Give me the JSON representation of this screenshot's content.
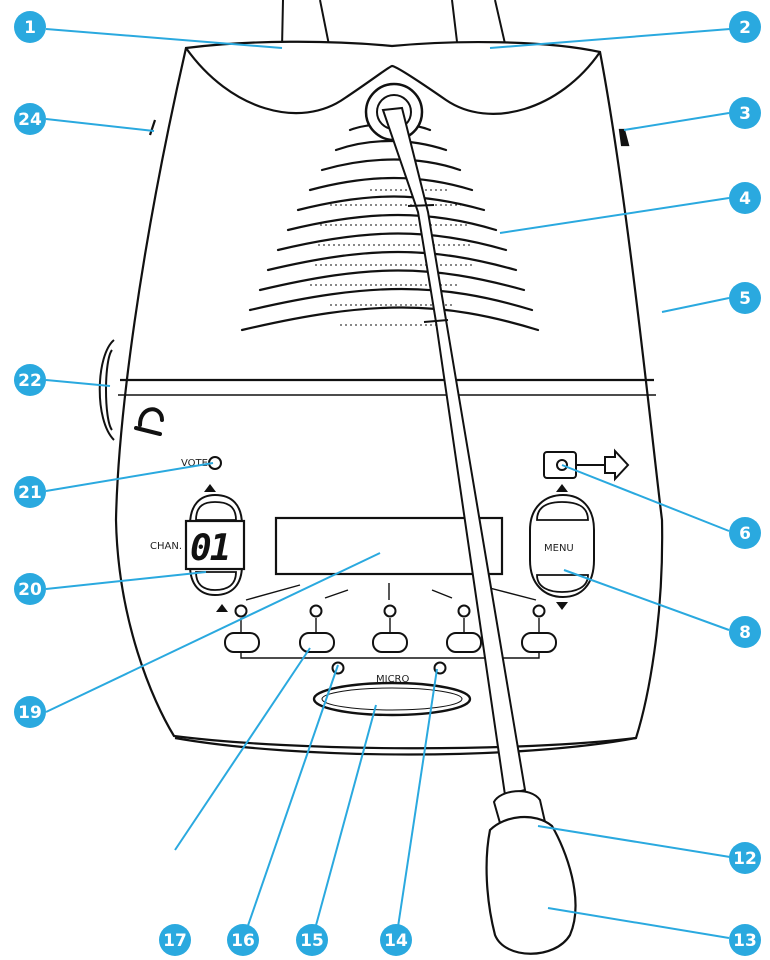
{
  "accent_color": "#2aa9df",
  "device": {
    "vote_label": "VOTE",
    "channel_label": "CHAN.",
    "channel_display": "01",
    "menu_label": "MENU",
    "micro_label": "MICRO",
    "headphone_icon": "headphone-icon",
    "arrow_icon": "right-arrow-outline-icon"
  },
  "callouts": [
    "1",
    "2",
    "3",
    "4",
    "5",
    "6",
    "8",
    "12",
    "13",
    "14",
    "15",
    "16",
    "17",
    "19",
    "20",
    "21",
    "22",
    "24"
  ]
}
